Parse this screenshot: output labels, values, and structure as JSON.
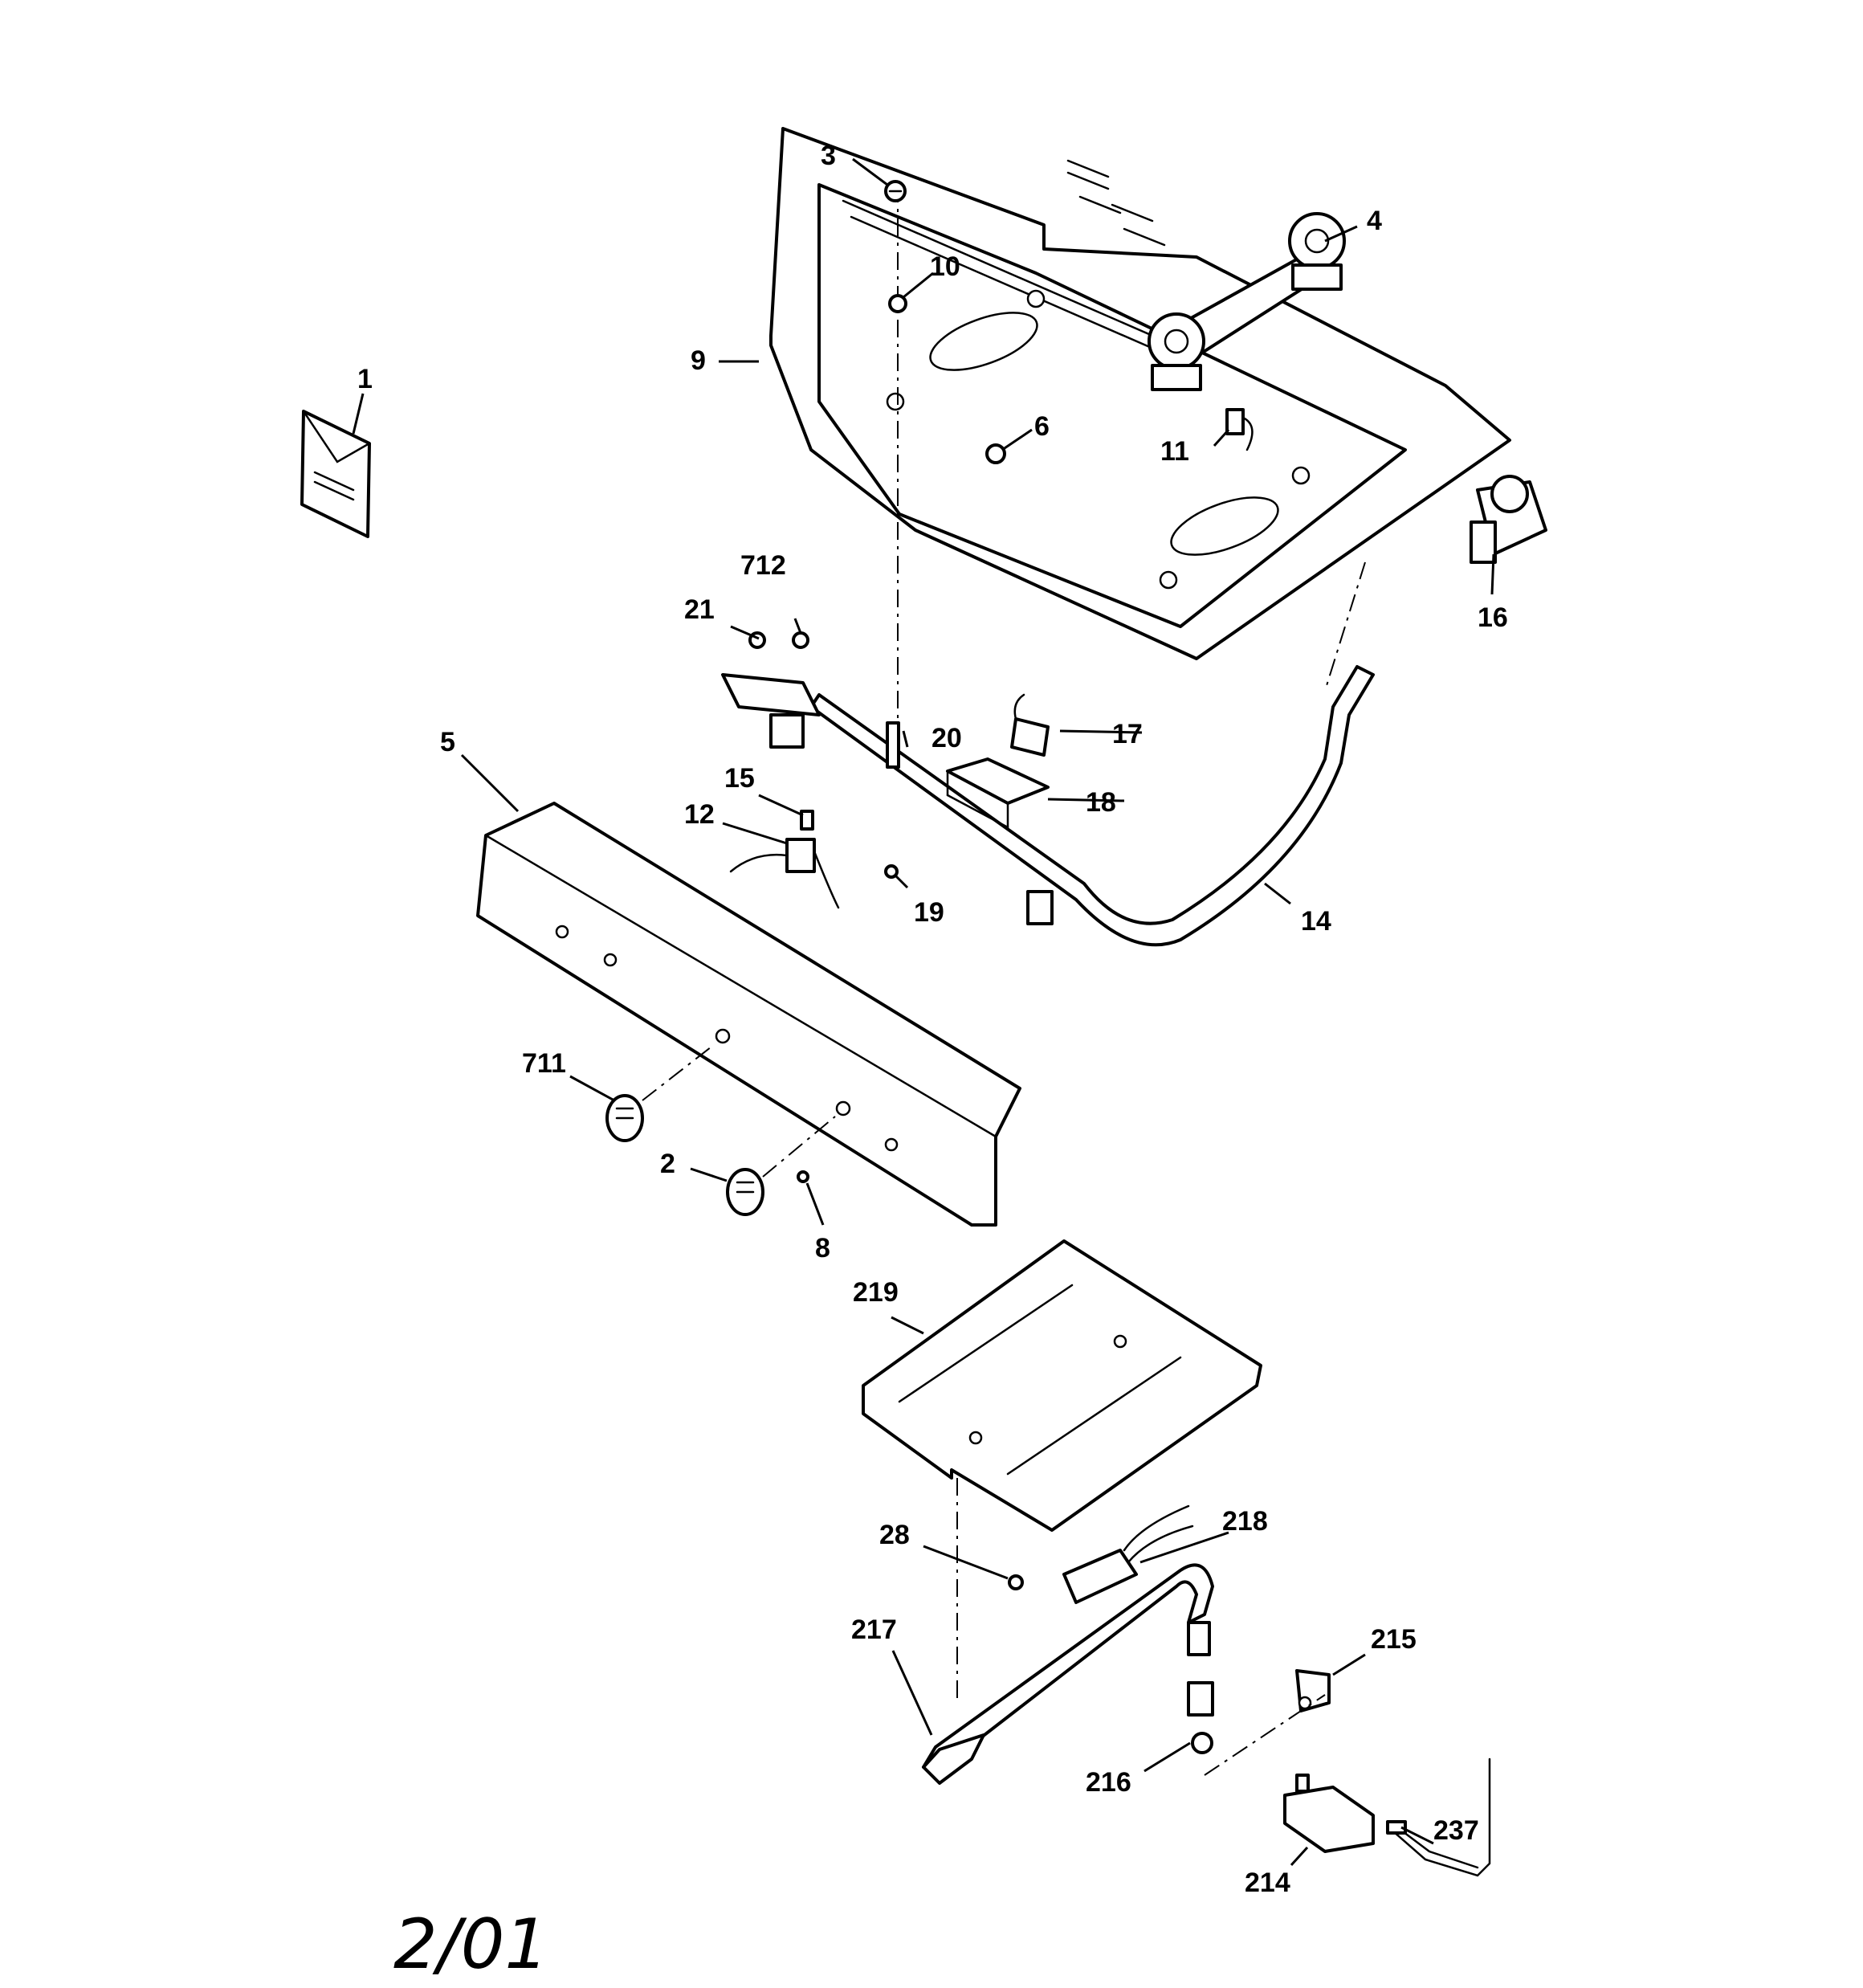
{
  "diagram": {
    "callouts": {
      "c1": "1",
      "c2": "2",
      "c3": "3",
      "c4": "4",
      "c5": "5",
      "c6": "6",
      "c8": "8",
      "c9": "9",
      "c10": "10",
      "c11": "11",
      "c12": "12",
      "c14": "14",
      "c15": "15",
      "c16": "16",
      "c17": "17",
      "c18": "18",
      "c19": "19",
      "c20": "20",
      "c21": "21",
      "c28": "28",
      "c214": "214",
      "c215": "215",
      "c216": "216",
      "c217": "217",
      "c218": "218",
      "c219": "219",
      "c237": "237",
      "c711": "711",
      "c712": "712"
    },
    "date_mark": "2/01"
  }
}
